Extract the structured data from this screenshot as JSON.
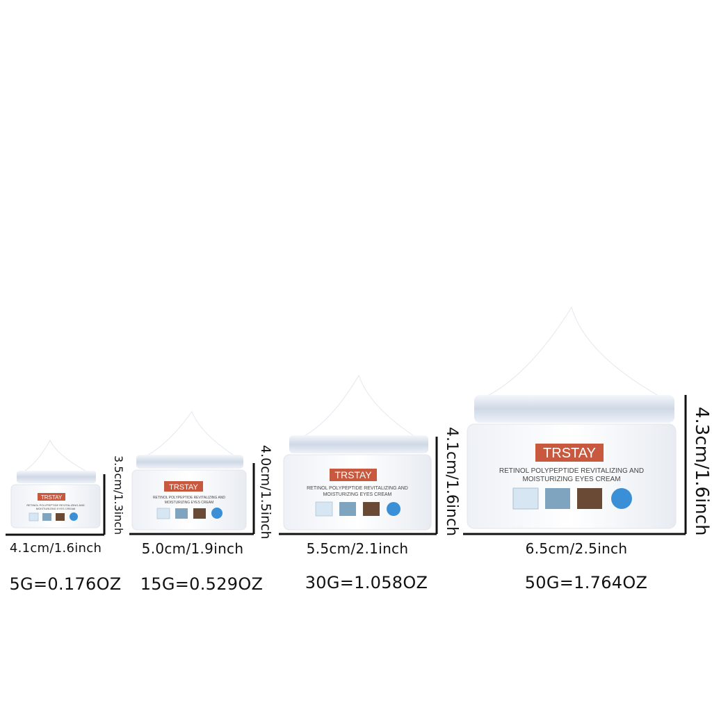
{
  "brand": "TRSTAY",
  "product_line1": "RETINOL POLYPEPTIDE REVITALIZING AND",
  "product_line2": "MOISTURIZING EYES CREAM",
  "colors": {
    "label_red": "#c8593f",
    "lid_blue": "#dfe6f1",
    "cream": "#ffffff",
    "ink": "#111111"
  },
  "jars": [
    {
      "width_label": "4.1cm/1.6inch",
      "height_label": "3.5cm/1.3inch",
      "weight_label": "5G=0.176OZ"
    },
    {
      "width_label": "5.0cm/1.9inch",
      "height_label": "4.0cm/1.5inch",
      "weight_label": "15G=0.529OZ"
    },
    {
      "width_label": "5.5cm/2.1inch",
      "height_label": "4.1cm/1.6inch",
      "weight_label": "30G=1.058OZ"
    },
    {
      "width_label": "6.5cm/2.5inch",
      "height_label": "4.3cm/1.6inch",
      "weight_label": "50G=1.764OZ"
    }
  ],
  "ingredient_icons": [
    "water-splash-icon",
    "water-drops-icon",
    "coffee-beans-icon",
    "blue-sphere-icon"
  ]
}
